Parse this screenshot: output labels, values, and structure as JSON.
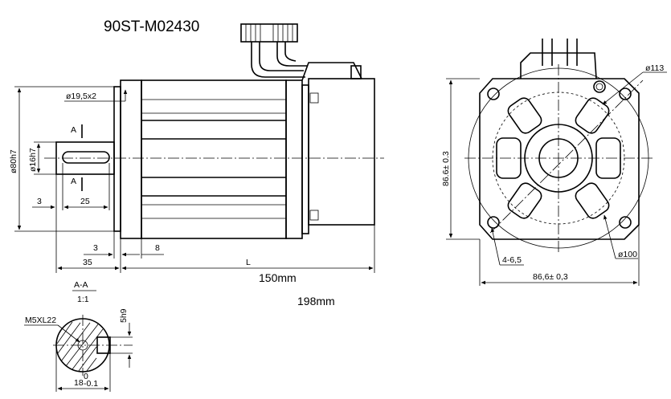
{
  "title": "90ST-M02430",
  "length_150": "150mm",
  "length_198": "198mm",
  "side_view": {
    "dia_19_5x2": "ø19,5x2",
    "dia_80h7": "ø80h7",
    "dia_16h7": "ø16h7",
    "section_mark": "A",
    "dim_3_a": "3",
    "dim_25": "25",
    "dim_3_b": "3",
    "dim_8": "8",
    "dim_35": "35",
    "dim_L": "L"
  },
  "front_view": {
    "dia_113": "ø113",
    "dim_86_6_vertical": "86.6± 0.3",
    "dim_86_6_horizontal": "86,6± 0,3",
    "holes": "4-6,5",
    "dia_100": "ø100"
  },
  "section_view": {
    "title": "A-A",
    "scale": "1:1",
    "thread": "M5XL22",
    "key_width": "5h9",
    "depth_main": "18",
    "tol_upper": "0",
    "tol_lower": "-0.1"
  }
}
